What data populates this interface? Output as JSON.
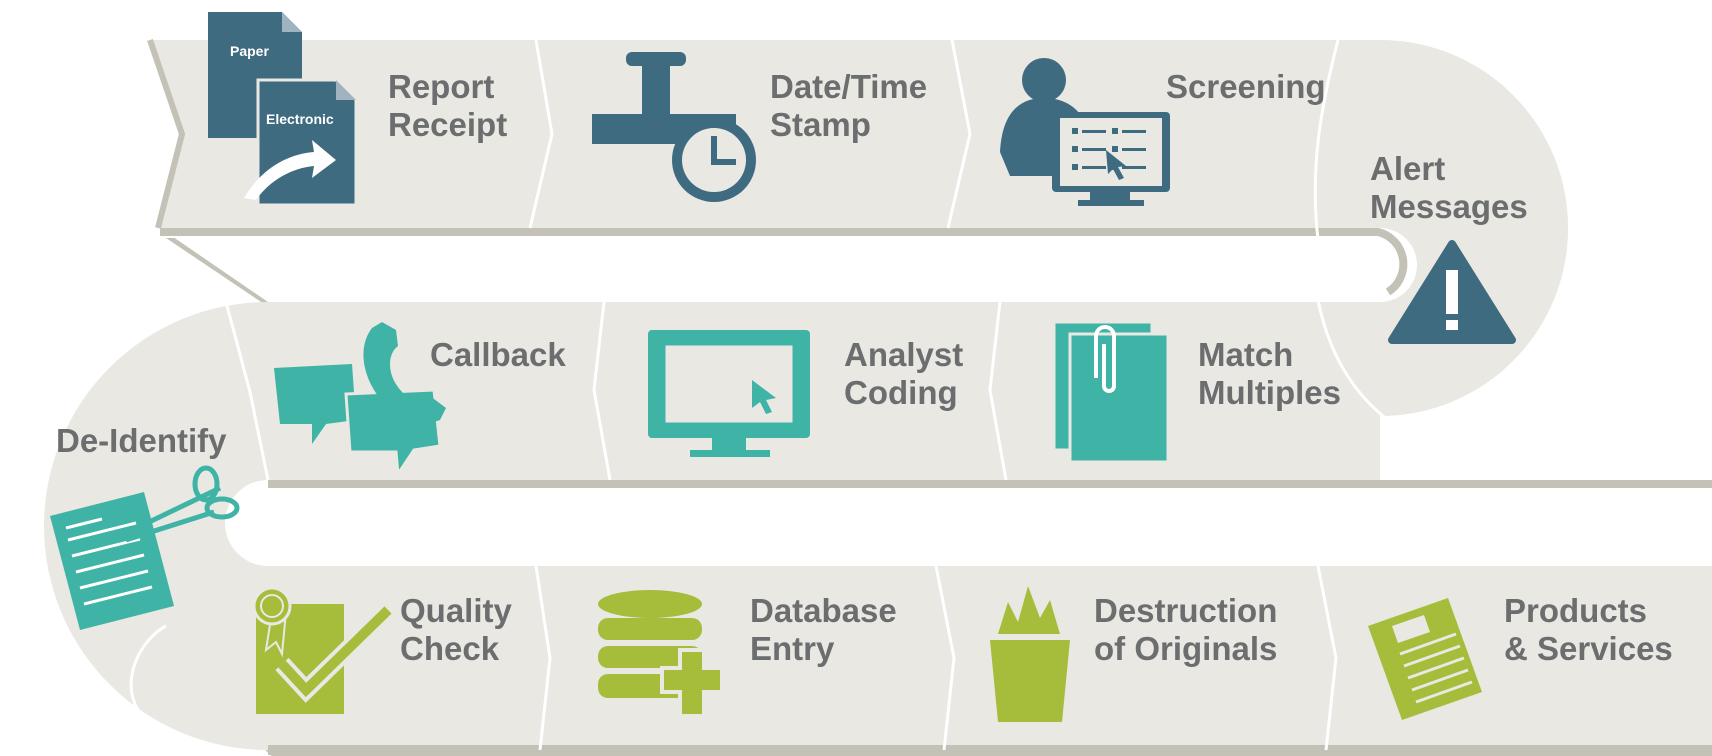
{
  "colors": {
    "road": "#e9e8e2",
    "road_shadow": "#c4c1b7",
    "divider": "#ffffff",
    "label": "#6b6d6f",
    "slate": "#3f6b81",
    "teal": "#3fb3a5",
    "green": "#a6bd3c"
  },
  "steps": [
    {
      "id": "report-receipt",
      "lines": [
        "Report",
        "Receipt"
      ],
      "icon": "paper-electronic-documents-icon",
      "icon_text": [
        "Paper",
        "Electronic"
      ]
    },
    {
      "id": "date-time-stamp",
      "lines": [
        "Date/Time",
        "Stamp"
      ],
      "icon": "stamp-clock-icon"
    },
    {
      "id": "screening",
      "lines": [
        "Screening"
      ],
      "icon": "person-monitor-icon"
    },
    {
      "id": "alert-messages",
      "lines": [
        "Alert",
        "Messages"
      ],
      "icon": "warning-triangle-icon"
    },
    {
      "id": "match-multiples",
      "lines": [
        "Match",
        "Multiples"
      ],
      "icon": "paperclip-documents-icon"
    },
    {
      "id": "analyst-coding",
      "lines": [
        "Analyst",
        "Coding"
      ],
      "icon": "monitor-cursor-icon"
    },
    {
      "id": "callback",
      "lines": [
        "Callback"
      ],
      "icon": "phone-speech-icon"
    },
    {
      "id": "de-identify",
      "lines": [
        "De-Identify"
      ],
      "icon": "scissors-document-icon"
    },
    {
      "id": "quality-check",
      "lines": [
        "Quality",
        "Check"
      ],
      "icon": "checklist-ribbon-icon"
    },
    {
      "id": "database-entry",
      "lines": [
        "Database",
        "Entry"
      ],
      "icon": "database-plus-icon"
    },
    {
      "id": "destruction-of-originals",
      "lines": [
        "Destruction",
        "of Originals"
      ],
      "icon": "burning-bin-icon"
    },
    {
      "id": "products-services",
      "lines": [
        "Products",
        "& Services"
      ],
      "icon": "newspaper-icon"
    }
  ]
}
